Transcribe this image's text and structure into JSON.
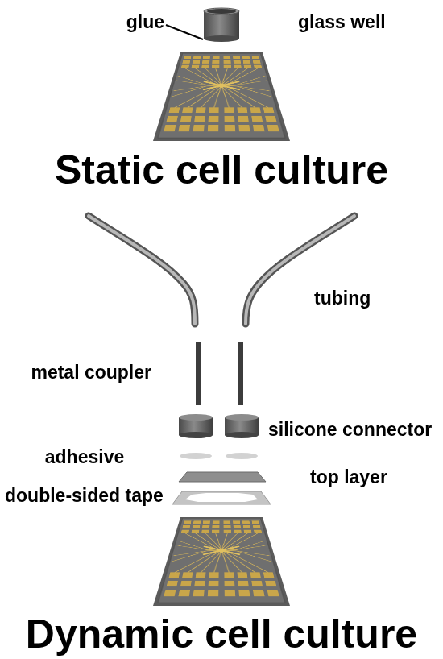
{
  "diagram": {
    "labels": [
      "glue",
      "glass well",
      "Static cell culture",
      "tubing",
      "metal coupler",
      "silicone connector",
      "adhesive",
      "top layer",
      "double-sided tape",
      "Dynamic cell culture"
    ]
  }
}
